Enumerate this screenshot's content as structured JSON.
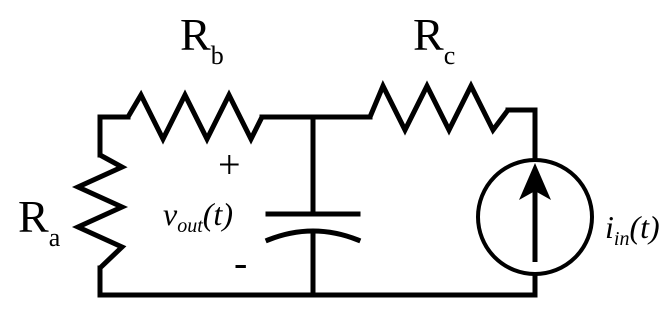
{
  "diagram": {
    "components": {
      "ra": {
        "letter": "R",
        "subscript": "a"
      },
      "rb": {
        "letter": "R",
        "subscript": "b"
      },
      "rc": {
        "letter": "R",
        "subscript": "c"
      },
      "capacitor": {
        "voltage_label": {
          "symbol": "v",
          "subscript": "out",
          "suffix": "(t)"
        },
        "plus_sign": "+",
        "minus_sign": "-"
      },
      "current_source": {
        "current_label": {
          "symbol": "i",
          "subscript": "in",
          "suffix": "(t)"
        }
      }
    },
    "line_color": "#000000"
  }
}
